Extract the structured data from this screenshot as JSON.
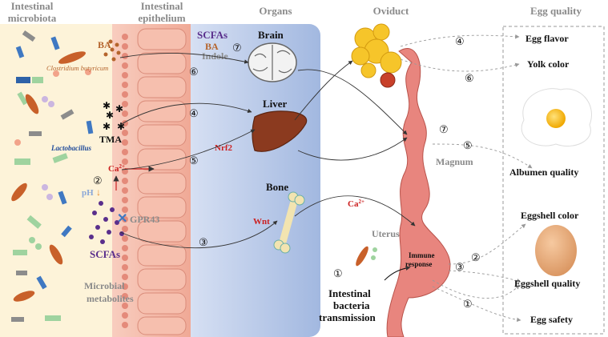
{
  "headers": {
    "microbiota": [
      "Intestinal",
      "microbiota"
    ],
    "epithelium": [
      "Intestinal",
      "epithelium"
    ],
    "organs": "Organs",
    "oviduct": "Oviduct",
    "egg_quality": "Egg quality"
  },
  "microbes": {
    "clostridium": "Clostridium butyricum",
    "lactobacillus": "Lactobacillus"
  },
  "metabolites": {
    "ba": "BA",
    "tma": "TMA",
    "ca": "Ca",
    "ca_sup": "2+",
    "ph": "pH",
    "gpr43": "GPR43",
    "scfas": "SCFAs",
    "microbial": [
      "Microbial",
      "metabolites"
    ]
  },
  "organs": {
    "brain_scfas": "SCFAs",
    "brain_ba": "BA",
    "brain_indole": "Indole",
    "brain": "Brain",
    "liver": "Liver",
    "nrf2": "Nrf2",
    "bone": "Bone",
    "wnt": "Wnt"
  },
  "oviduct": {
    "magnum": "Magnum",
    "uterus": "Uterus",
    "ca": "Ca",
    "ca_sup": "2+",
    "immune": [
      "Immune",
      "response"
    ],
    "transmission": [
      "Intestinal",
      "bacteria",
      "transmission"
    ]
  },
  "egg_quality": {
    "flavor": "Egg flavor",
    "yolk": "Yolk color",
    "albumen": "Albumen quality",
    "shell_color": "Eggshell color",
    "shell_quality": "Eggshell quality",
    "safety": "Egg safety"
  },
  "pathways": [
    "①",
    "②",
    "③",
    "④",
    "⑤",
    "⑥",
    "⑦"
  ],
  "colors": {
    "microbiota_bg": "#fdf3d9",
    "organs_bg": "#a9bfe3",
    "epithelium": "#f3b8a8",
    "oviduct": "#e8857e",
    "ovary": "#f6c52a",
    "scfa_purple": "#5a2f8c",
    "label_red": "#cc1f1f",
    "label_gray": "#8a8a8a"
  }
}
